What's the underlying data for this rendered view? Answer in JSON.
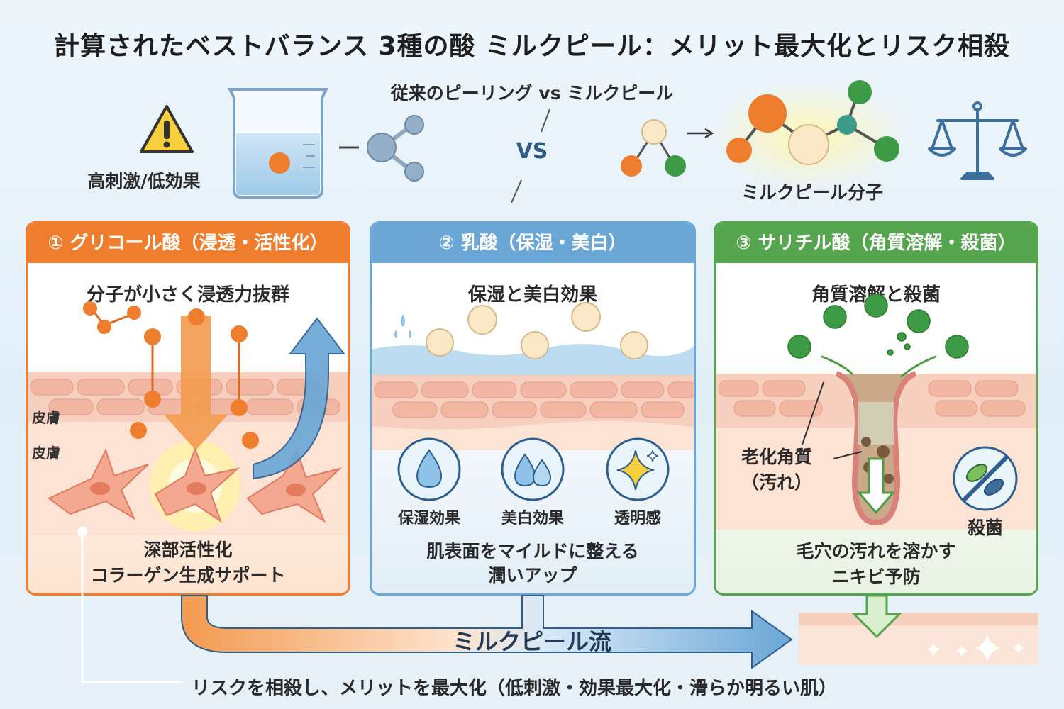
{
  "title": "計算されたベストバランス 3種の酸 ミルクピール：メリット最大化とリスク相殺",
  "comparison": {
    "subtitle": "従来のピーリング vs ミルクピール",
    "vs": "VS",
    "conventional_label": "高刺激/低効果",
    "milkpeel_label": "ミルクピール分子"
  },
  "panels": [
    {
      "header": "① グリコール酸（浸透・活性化）",
      "subtitle": "分子が小さく浸透力抜群",
      "skin_label_1": "皮膚",
      "skin_label_2": "皮膚",
      "caption_1": "深部活性化",
      "caption_2": "コラーゲン生成サポート",
      "color": "#ee7d2e"
    },
    {
      "header": "② 乳酸（保湿・美白）",
      "subtitle": "保湿と美白効果",
      "icons": [
        {
          "label": "保湿効果",
          "icon": "water-drop-icon"
        },
        {
          "label": "美白効果",
          "icon": "double-drop-icon"
        },
        {
          "label": "透明感",
          "icon": "sparkle-icon"
        }
      ],
      "caption_1": "肌表面をマイルドに整える",
      "caption_2": "潤いアップ",
      "color": "#6aa7d6"
    },
    {
      "header": "③ サリチル酸（角質溶解・殺菌）",
      "subtitle": "角質溶解と殺菌",
      "dirt_label_1": "老化角質",
      "dirt_label_2": "（汚れ）",
      "sterilize_label": "殺菌",
      "caption_1": "毛穴の汚れを溶かす",
      "caption_2": "ニキビ予防",
      "color": "#55a64e"
    }
  ],
  "flow_label": "ミルクピール流",
  "footer": "リスクを相殺し、メリットを最大化（低刺激・効果最大化・滑らか明るい肌）"
}
